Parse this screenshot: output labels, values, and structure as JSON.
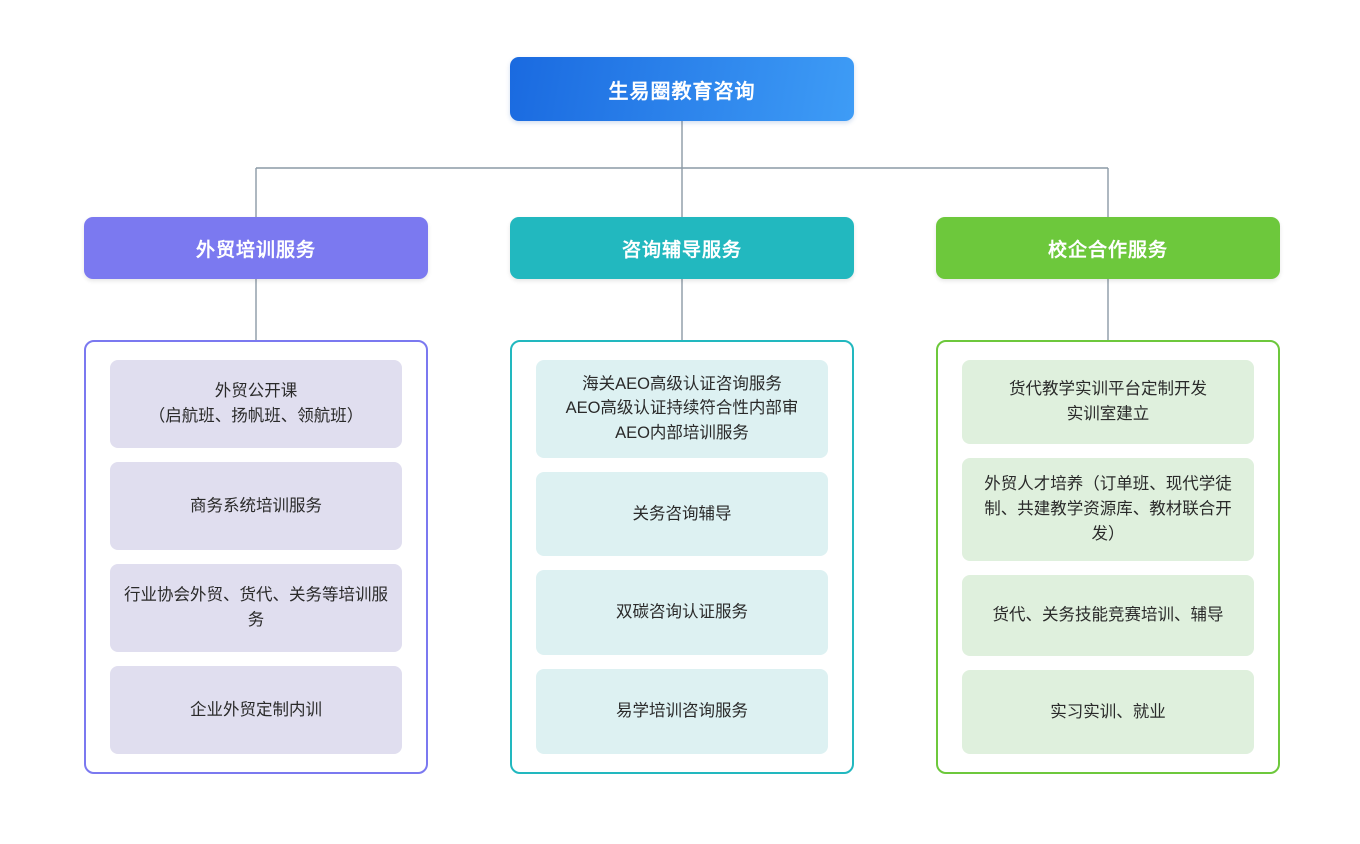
{
  "root": {
    "label": "生易圈教育咨询",
    "gradient_from": "#1a6ae0",
    "gradient_to": "#3e9cf6"
  },
  "connector_color": "#8c9aa6",
  "branches": [
    {
      "label": "外贸培训服务",
      "header_color": "#7b79f0",
      "border_color": "#7b79f0",
      "card_color": "#e0deef",
      "items": [
        {
          "text": "外贸公开课\n（启航班、扬帆班、领航班）",
          "flex": 1.05
        },
        {
          "text": "商务系统培训服务",
          "flex": 1.05
        },
        {
          "text": "行业协会外贸、货代、关务等培训服务",
          "flex": 1.05
        },
        {
          "text": "企业外贸定制内训",
          "flex": 1.05
        }
      ]
    },
    {
      "label": "咨询辅导服务",
      "header_color": "#22b8bf",
      "border_color": "#22b8bf",
      "card_color": "#ddf1f2",
      "items": [
        {
          "text": "海关AEO高级认证咨询服务\nAEO高级认证持续符合性内部审\nAEO内部培训服务",
          "flex": 1.2
        },
        {
          "text": "关务咨询辅导",
          "flex": 1.0
        },
        {
          "text": "双碳咨询认证服务",
          "flex": 1.0
        },
        {
          "text": "易学培训咨询服务",
          "flex": 1.0
        }
      ]
    },
    {
      "label": "校企合作服务",
      "header_color": "#6dc83c",
      "border_color": "#6dc83c",
      "card_color": "#dff0dd",
      "items": [
        {
          "text": "货代教学实训平台定制开发\n实训室建立",
          "flex": 1.0
        },
        {
          "text": "外贸人才培养（订单班、现代学徒制、共建教学资源库、教材联合开发）",
          "flex": 1.3
        },
        {
          "text": "货代、关务技能竞赛培训、辅导",
          "flex": 0.95
        },
        {
          "text": "实习实训、就业",
          "flex": 1.0
        }
      ]
    }
  ],
  "chart_data": {
    "type": "diagram",
    "diagram_type": "organization-tree",
    "title": "生易圈教育咨询",
    "levels": 3,
    "nodes": [
      {
        "id": "root",
        "label": "生易圈教育咨询",
        "level": 0,
        "parent": null
      },
      {
        "id": "b1",
        "label": "外贸培训服务",
        "level": 1,
        "parent": "root"
      },
      {
        "id": "b2",
        "label": "咨询辅导服务",
        "level": 1,
        "parent": "root"
      },
      {
        "id": "b3",
        "label": "校企合作服务",
        "level": 1,
        "parent": "root"
      },
      {
        "id": "b1-1",
        "label": "外贸公开课（启航班、扬帆班、领航班）",
        "level": 2,
        "parent": "b1"
      },
      {
        "id": "b1-2",
        "label": "商务系统培训服务",
        "level": 2,
        "parent": "b1"
      },
      {
        "id": "b1-3",
        "label": "行业协会外贸、货代、关务等培训服务",
        "level": 2,
        "parent": "b1"
      },
      {
        "id": "b1-4",
        "label": "企业外贸定制内训",
        "level": 2,
        "parent": "b1"
      },
      {
        "id": "b2-1",
        "label": "海关AEO高级认证咨询服务 AEO高级认证持续符合性内部审 AEO内部培训服务",
        "level": 2,
        "parent": "b2"
      },
      {
        "id": "b2-2",
        "label": "关务咨询辅导",
        "level": 2,
        "parent": "b2"
      },
      {
        "id": "b2-3",
        "label": "双碳咨询认证服务",
        "level": 2,
        "parent": "b2"
      },
      {
        "id": "b2-4",
        "label": "易学培训咨询服务",
        "level": 2,
        "parent": "b2"
      },
      {
        "id": "b3-1",
        "label": "货代教学实训平台定制开发 实训室建立",
        "level": 2,
        "parent": "b3"
      },
      {
        "id": "b3-2",
        "label": "外贸人才培养（订单班、现代学徒制、共建教学资源库、教材联合开发）",
        "level": 2,
        "parent": "b3"
      },
      {
        "id": "b3-3",
        "label": "货代、关务技能竞赛培训、辅导",
        "level": 2,
        "parent": "b3"
      },
      {
        "id": "b3-4",
        "label": "实习实训、就业",
        "level": 2,
        "parent": "b3"
      }
    ]
  }
}
